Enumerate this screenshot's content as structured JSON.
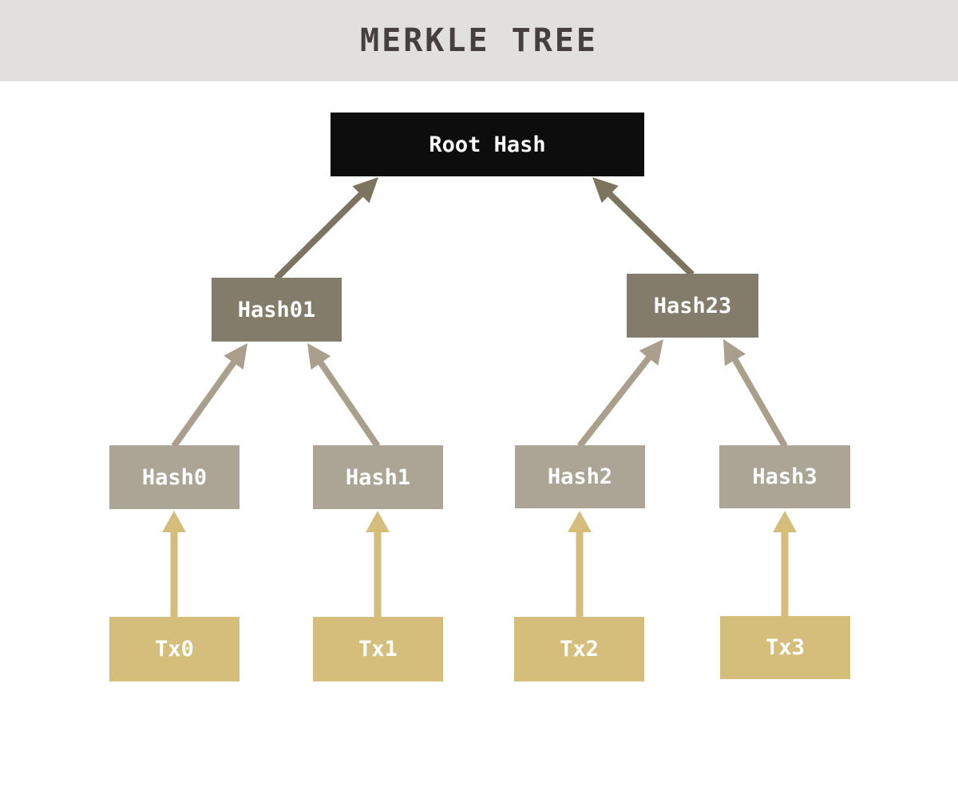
{
  "header": {
    "title": "MERKLE TREE"
  },
  "diagram": {
    "type": "merkle-tree",
    "nodes": {
      "root": {
        "label": "Root Hash",
        "level": "root"
      },
      "hash01": {
        "label": "Hash01",
        "level": "parent-hash"
      },
      "hash23": {
        "label": "Hash23",
        "level": "parent-hash"
      },
      "hash0": {
        "label": "Hash0",
        "level": "leaf-hash"
      },
      "hash1": {
        "label": "Hash1",
        "level": "leaf-hash"
      },
      "hash2": {
        "label": "Hash2",
        "level": "leaf-hash"
      },
      "hash3": {
        "label": "Hash3",
        "level": "leaf-hash"
      },
      "tx0": {
        "label": "Tx0",
        "level": "transaction"
      },
      "tx1": {
        "label": "Tx1",
        "level": "transaction"
      },
      "tx2": {
        "label": "Tx2",
        "level": "transaction"
      },
      "tx3": {
        "label": "Tx3",
        "level": "transaction"
      }
    },
    "edges": [
      {
        "from": "tx0",
        "to": "hash0"
      },
      {
        "from": "tx1",
        "to": "hash1"
      },
      {
        "from": "tx2",
        "to": "hash2"
      },
      {
        "from": "tx3",
        "to": "hash3"
      },
      {
        "from": "hash0",
        "to": "hash01"
      },
      {
        "from": "hash1",
        "to": "hash01"
      },
      {
        "from": "hash2",
        "to": "hash23"
      },
      {
        "from": "hash3",
        "to": "hash23"
      },
      {
        "from": "hash01",
        "to": "root"
      },
      {
        "from": "hash23",
        "to": "root"
      }
    ]
  },
  "colors": {
    "canvas_bg": "#FFFFFF",
    "header_bg": "#E2E0DD",
    "title_text": "#45403B",
    "root_bg": "#0D0D0D",
    "node_text": "#FFFFFF",
    "parent_hash_fill": "#847C6B",
    "leaf_hash_fill": "#ACA494",
    "tx_fill": "#D5BE7C",
    "arrow_gold": "#D5BE7C",
    "arrow_light": "#A99F8C",
    "arrow_dark": "#7D7460"
  }
}
